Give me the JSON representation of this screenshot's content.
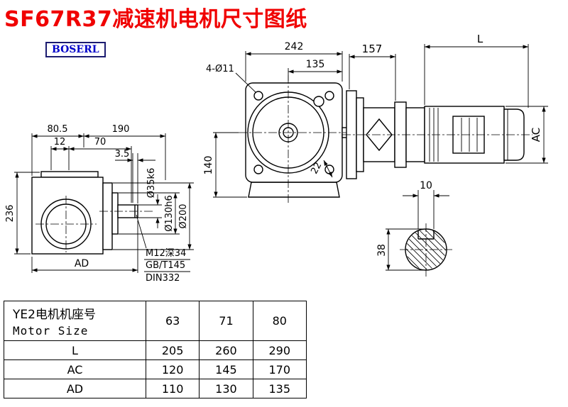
{
  "page": {
    "title": "SF67R37减速机电机尺寸图纸",
    "brand": "BOSERL"
  },
  "left_view": {
    "dim_80_5": "80.5",
    "dim_190": "190",
    "dim_12": "12",
    "dim_70": "70",
    "dim_3_5": "3.5",
    "dim_236": "236",
    "dim_ad": "AD",
    "dia_shaft": "Ø35k6",
    "dia_spigot": "Ø130h6",
    "dia_flange": "Ø200",
    "note_line1": "M12深34",
    "note_line2": "GB/T145",
    "note_line3": "DIN332"
  },
  "front_view": {
    "dim_242": "242",
    "dim_135": "135",
    "holes": "4-Ø11",
    "dim_140": "140",
    "dim_22": "22"
  },
  "side_view": {
    "dim_157": "157",
    "dim_L": "L",
    "dim_AC": "AC"
  },
  "shaft_section": {
    "dim_10": "10",
    "dim_38": "38"
  },
  "table": {
    "header": {
      "label_cn": "YE2电机机座号",
      "label_en": "Motor Size",
      "sizes": [
        "63",
        "71",
        "80"
      ]
    },
    "rows": [
      {
        "label": "L",
        "values": [
          "205",
          "260",
          "290"
        ]
      },
      {
        "label": "AC",
        "values": [
          "120",
          "145",
          "170"
        ]
      },
      {
        "label": "AD",
        "values": [
          "110",
          "130",
          "135"
        ]
      }
    ]
  }
}
